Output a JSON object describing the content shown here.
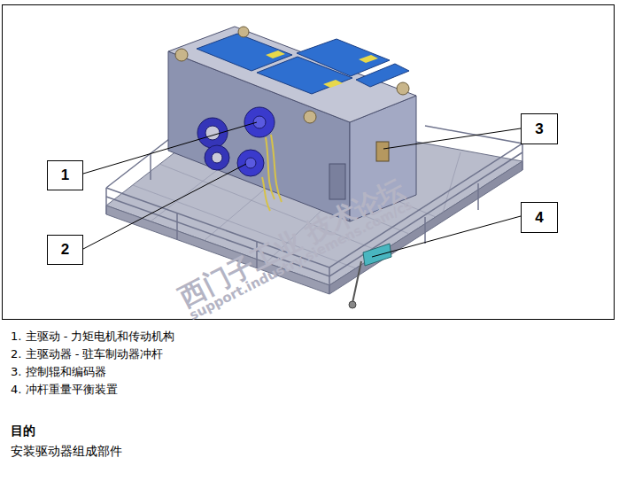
{
  "diagram": {
    "nodes": [
      {
        "text": [
          "1"
        ]
      },
      {
        "text": [
          "2"
        ]
      },
      {
        "text": [
          "3"
        ]
      },
      {
        "text": [
          "4"
        ]
      }
    ],
    "labels": [
      "1.  主驱动 - 力矩电机和传动机构",
      "2.  主驱动器 - 驻车制动器冲杆",
      "3.  控制辊和编码器",
      "4.  冲杆重量平衡装置",
      "目的",
      "安装驱动器组成部件",
      "西门子工业 技术论坛",
      "support.industry.siemens.com/cs"
    ]
  }
}
